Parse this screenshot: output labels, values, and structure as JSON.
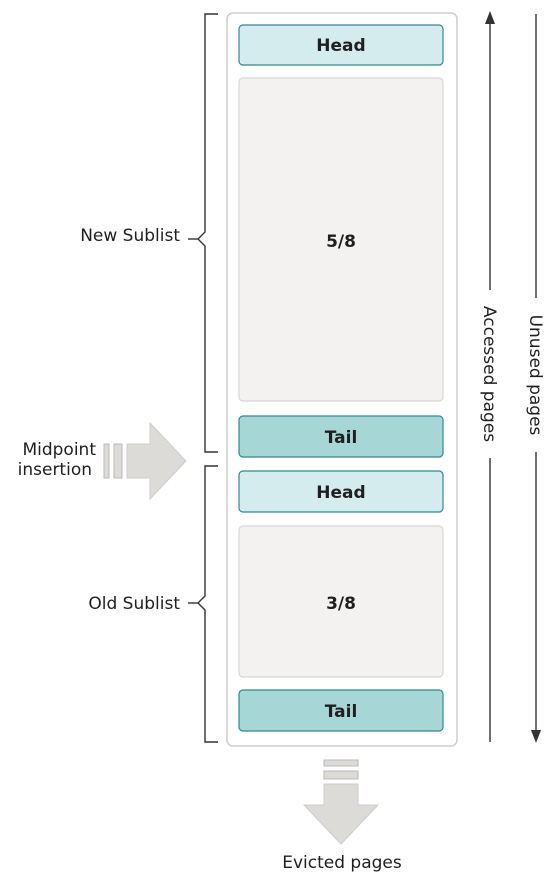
{
  "buffer_pool": {
    "new_sublist": {
      "label": "New Sublist",
      "head": "Head",
      "fraction": "5/8",
      "tail": "Tail"
    },
    "old_sublist": {
      "label": "Old Sublist",
      "head": "Head",
      "fraction": "3/8",
      "tail": "Tail"
    }
  },
  "insertion": {
    "line1": "Midpoint",
    "line2": "insertion"
  },
  "eviction": {
    "label": "Evicted pages"
  },
  "flows": {
    "accessed": "Accessed pages",
    "unused": "Unused pages"
  },
  "colors": {
    "head_fill": "#d4ecee",
    "head_stroke": "#2f8a8e",
    "tail_fill": "#a6d6d5",
    "tail_stroke": "#2f8a8e",
    "body_fill": "#f3f2f1",
    "body_stroke": "#d9d7d5",
    "frame_stroke": "#d0cecb",
    "arrow_fill": "#dddbd8",
    "line": "#333333"
  }
}
